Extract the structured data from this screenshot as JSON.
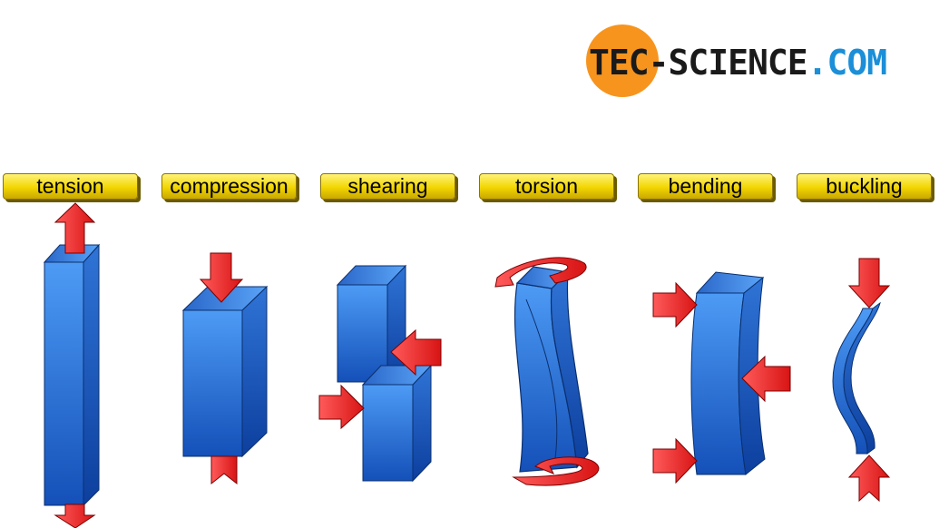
{
  "logo": {
    "text_dark": "TEC-SCIENCE",
    "text_blue": ".COM"
  },
  "labels": [
    "tension",
    "compression",
    "shearing",
    "torsion",
    "bending",
    "buckling"
  ],
  "colors": {
    "beam_light": "#3d8ef0",
    "beam_dark": "#0d3f9e",
    "arrow": "#ff2d2d",
    "label": "#f2d500",
    "logo_orange": "#f7941d",
    "logo_blue": "#1b8fd8"
  }
}
